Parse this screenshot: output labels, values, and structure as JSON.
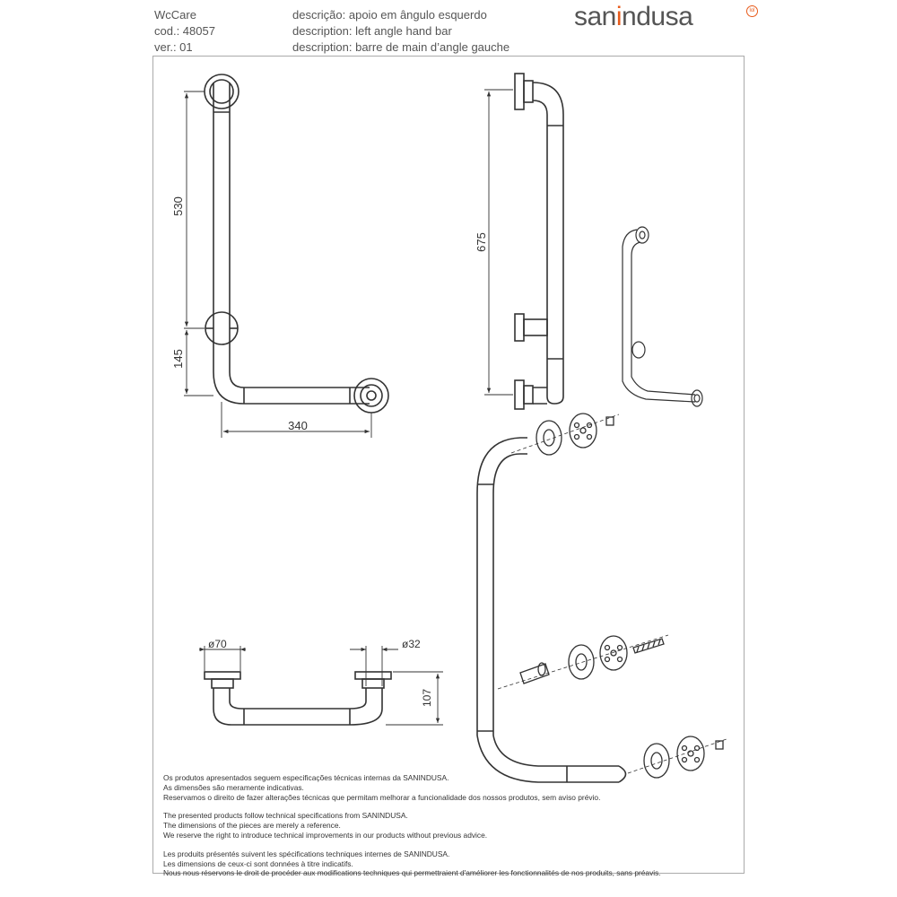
{
  "header": {
    "brand": "WcCare",
    "code": "cod.: 48057",
    "version": "ver.: 01",
    "desc_pt": "descrição: apoio em ângulo esquerdo",
    "desc_en": "description: left angle hand bar",
    "desc_fr": "description: barre de main d’angle gauche"
  },
  "logo": {
    "part1": "san",
    "part2": "i",
    "part3": "ndusa",
    "mark": "lol"
  },
  "dimensions": {
    "d530": "530",
    "d145": "145",
    "d340": "340",
    "d675": "675",
    "d70": "ø70",
    "d32": "ø32",
    "d107": "107"
  },
  "notes": {
    "pt": [
      "Os produtos apresentados seguem especificações técnicas internas da SANINDUSA.",
      "As dimensões são meramente indicativas.",
      "Reservamos o direito de fazer alterações técnicas que permitam melhorar a funcionalidade dos nossos produtos, sem aviso prévio."
    ],
    "en": [
      "The presented products follow technical specifications from SANINDUSA.",
      "The dimensions of the pieces are merely a reference.",
      "We reserve the right to introduce technical improvements in our products without previous advice."
    ],
    "fr": [
      "Les produits présentés suivent les spécifications techniques internes de SANINDUSA.",
      "Les dimensions de ceux-ci sont données à titre indicatifs.",
      "Nous nous réservons le droit de procéder aux modifications techniques qui permettraient d'améliorer les fonctionnalités de nos produits, sans préavis."
    ]
  }
}
